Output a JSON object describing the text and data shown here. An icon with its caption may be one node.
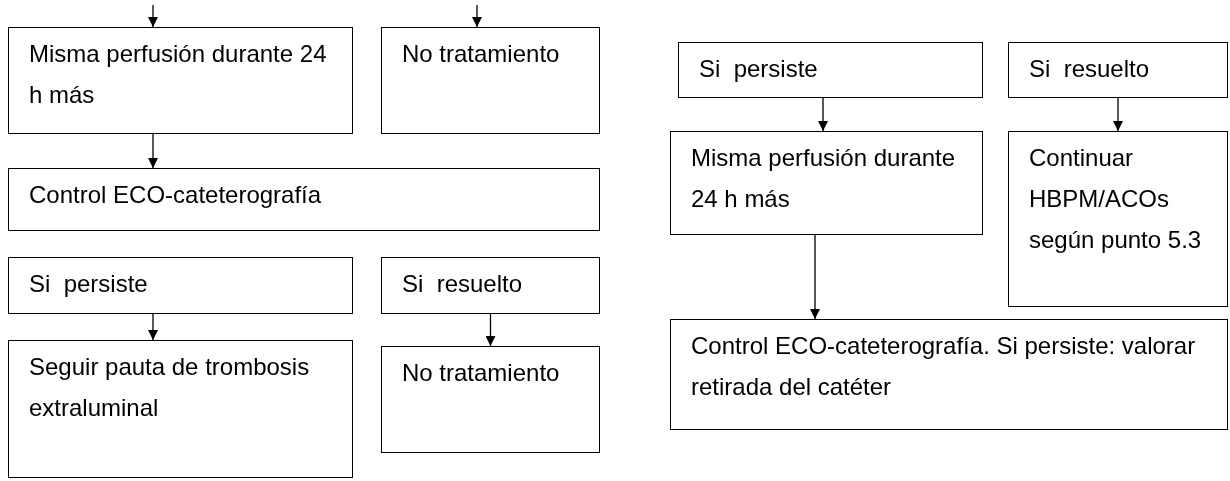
{
  "diagram": {
    "nodes": [
      {
        "text": [
          "Misma perfusión durante 24 h más"
        ]
      },
      {
        "text": [
          "No tratamiento"
        ]
      },
      {
        "text": [
          "Control ECO-cateterografía"
        ]
      },
      {
        "text": [
          "Si  persiste"
        ]
      },
      {
        "text": [
          "Si  resuelto"
        ]
      },
      {
        "text": [
          "Seguir pauta de trombosis extraluminal"
        ]
      },
      {
        "text": [
          "No tratamiento"
        ]
      },
      {
        "text": [
          "Si  persiste"
        ]
      },
      {
        "text": [
          "Si  resuelto"
        ]
      },
      {
        "text": [
          "Misma perfusión durante 24 h más"
        ]
      },
      {
        "text": [
          "Continuar HBPM/ACOs según punto 5.3"
        ]
      },
      {
        "text": [
          "Control ECO-cateterografía. Si persiste: valorar retirada del catéter"
        ]
      }
    ],
    "edges": [
      {
        "from": null,
        "to": 0,
        "arrow": "to"
      },
      {
        "from": null,
        "to": 1,
        "arrow": "to"
      },
      {
        "from": 0,
        "to": 2,
        "arrow": "to"
      },
      {
        "from": 3,
        "to": 5,
        "arrow": "to"
      },
      {
        "from": 4,
        "to": 6,
        "arrow": "to"
      },
      {
        "from": 7,
        "to": 9,
        "arrow": "to"
      },
      {
        "from": 8,
        "to": 10,
        "arrow": "to"
      },
      {
        "from": 9,
        "to": 11,
        "arrow": "to"
      }
    ]
  }
}
